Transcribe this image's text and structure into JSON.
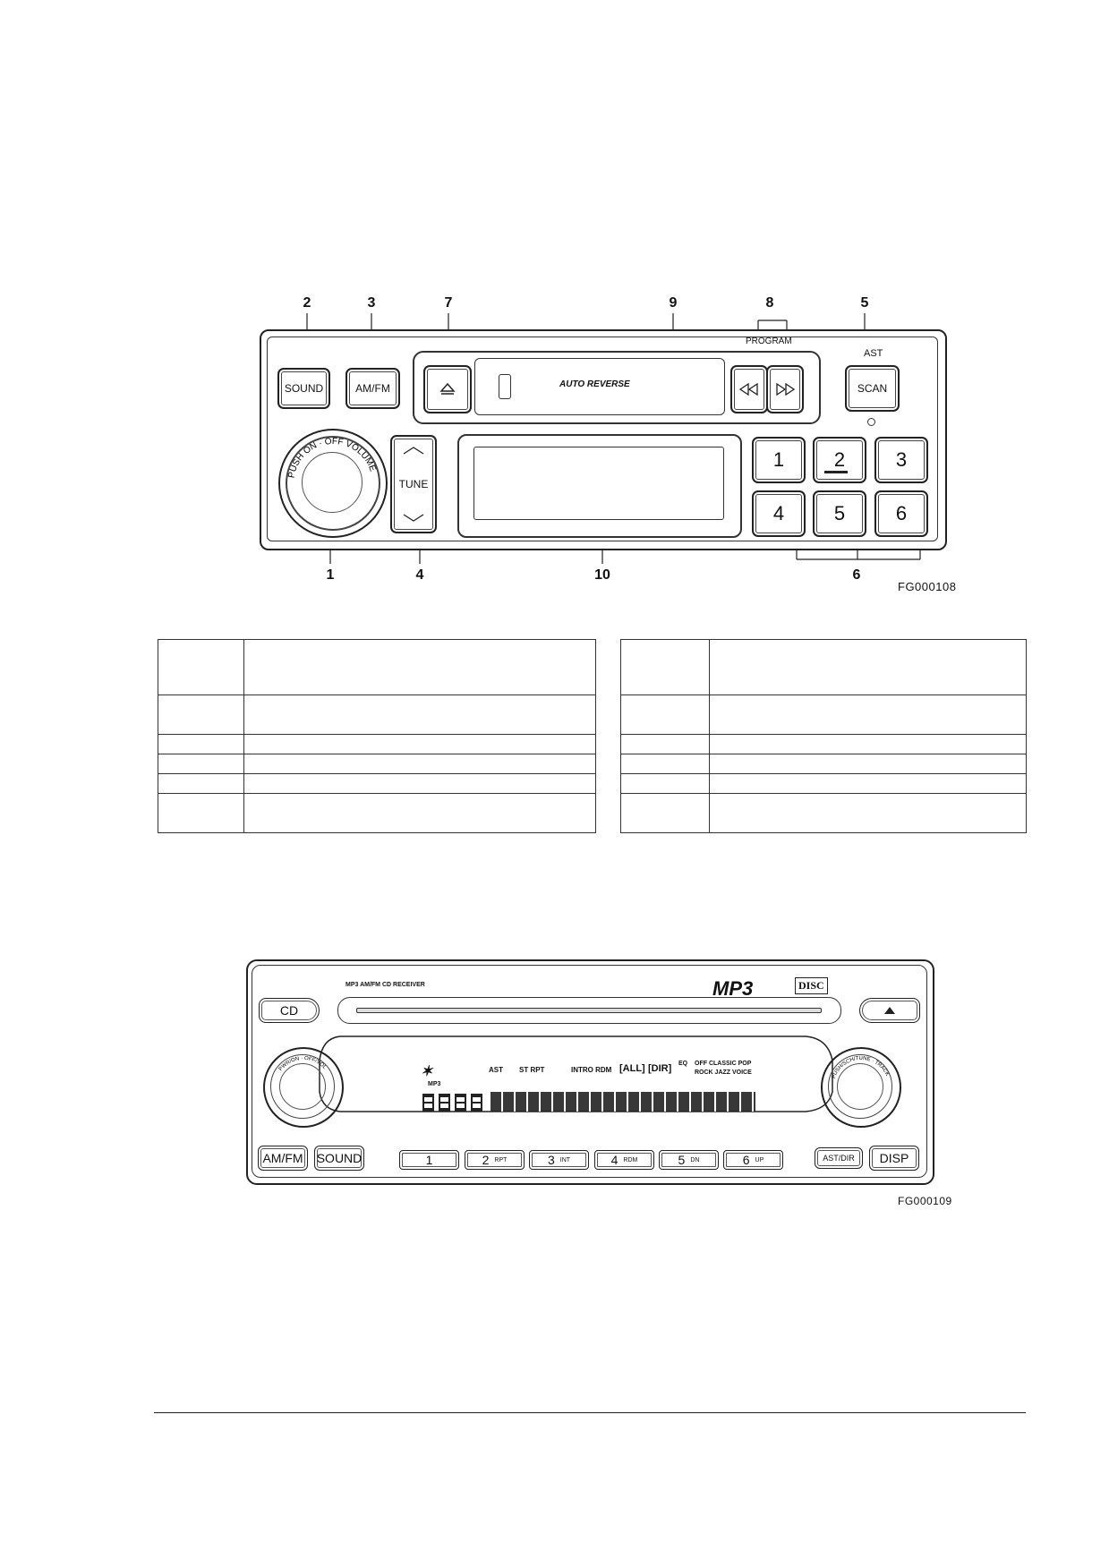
{
  "figure1": {
    "callouts": [
      "2",
      "3",
      "7",
      "9",
      "8",
      "5",
      "1",
      "4",
      "10",
      "6"
    ],
    "buttons": {
      "sound": "SOUND",
      "amfm": "AM/FM",
      "scan": "SCAN",
      "tune": "TUNE",
      "presets": [
        "1",
        "2",
        "3",
        "4",
        "5",
        "6"
      ]
    },
    "labels": {
      "program": "PROGRAM",
      "ast": "AST",
      "auto_reverse": "AUTO REVERSE",
      "knob_text": "PUSH ON · OFF VOLUME"
    },
    "code": "FG000108"
  },
  "figure2": {
    "header_text": "MP3 AM/FM CD RECEIVER",
    "logos": {
      "mp3": "MP3",
      "disc": "DISC"
    },
    "buttons": {
      "cd": "CD",
      "amfm": "AM/FM",
      "sound": "SOUND",
      "astdir": "AST/DIR",
      "disp": "DISP",
      "presets": [
        {
          "num": "1",
          "sub": ""
        },
        {
          "num": "2",
          "sub": "RPT"
        },
        {
          "num": "3",
          "sub": "INT"
        },
        {
          "num": "4",
          "sub": "RDM"
        },
        {
          "num": "5",
          "sub": "DN"
        },
        {
          "num": "6",
          "sub": "UP"
        }
      ]
    },
    "display_indicators": {
      "mp3": "MP3",
      "ast": "AST",
      "st_rpt": "ST RPT",
      "intro_rdm": "INTRO RDM",
      "all": "[ALL]",
      "dir": "[DIR]",
      "eq": "EQ",
      "eq_modes_1": "OFF CLASSIC POP",
      "eq_modes_2": "ROCK JAZZ VOICE"
    },
    "knob_left_text": "PWR/ON · OFF/VOL",
    "knob_right_text": "PUSH/SCH/TUNE · TRACK",
    "code": "FG000109"
  }
}
